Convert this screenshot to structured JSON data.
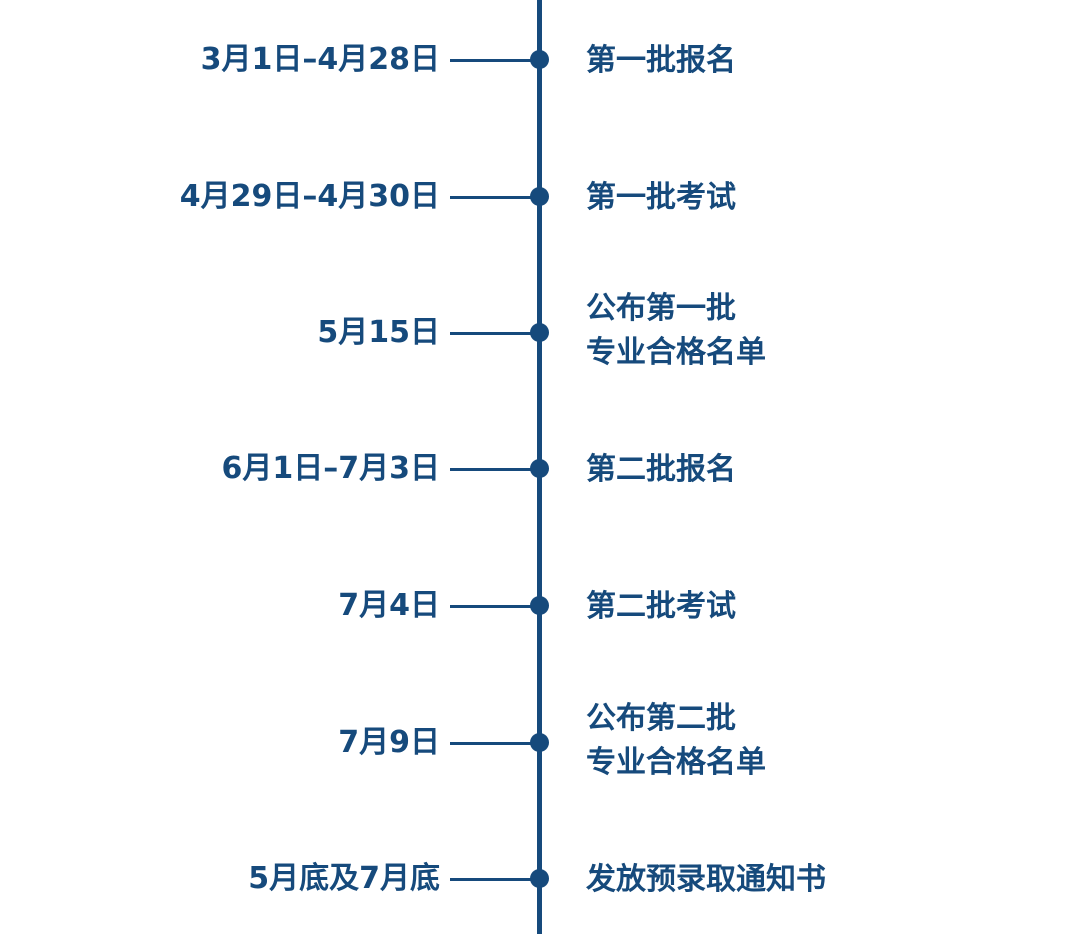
{
  "colors": {
    "line": "#164a7c",
    "text": "#164a7c",
    "background": "#ffffff"
  },
  "events": [
    {
      "date": "3月1日–4月28日",
      "lines": [
        "第一批报名"
      ]
    },
    {
      "date": "4月29日–4月30日",
      "lines": [
        "第一批考试"
      ]
    },
    {
      "date": "5月15日",
      "lines": [
        "公布第一批",
        "专业合格名单"
      ]
    },
    {
      "date": "6月1日–7月3日",
      "lines": [
        "第二批报名"
      ]
    },
    {
      "date": "7月4日",
      "lines": [
        "第二批考试"
      ]
    },
    {
      "date": "7月9日",
      "lines": [
        "公布第二批",
        "专业合格名单"
      ]
    },
    {
      "date": "5月底及7月底",
      "lines": [
        "发放预录取通知书"
      ]
    }
  ]
}
